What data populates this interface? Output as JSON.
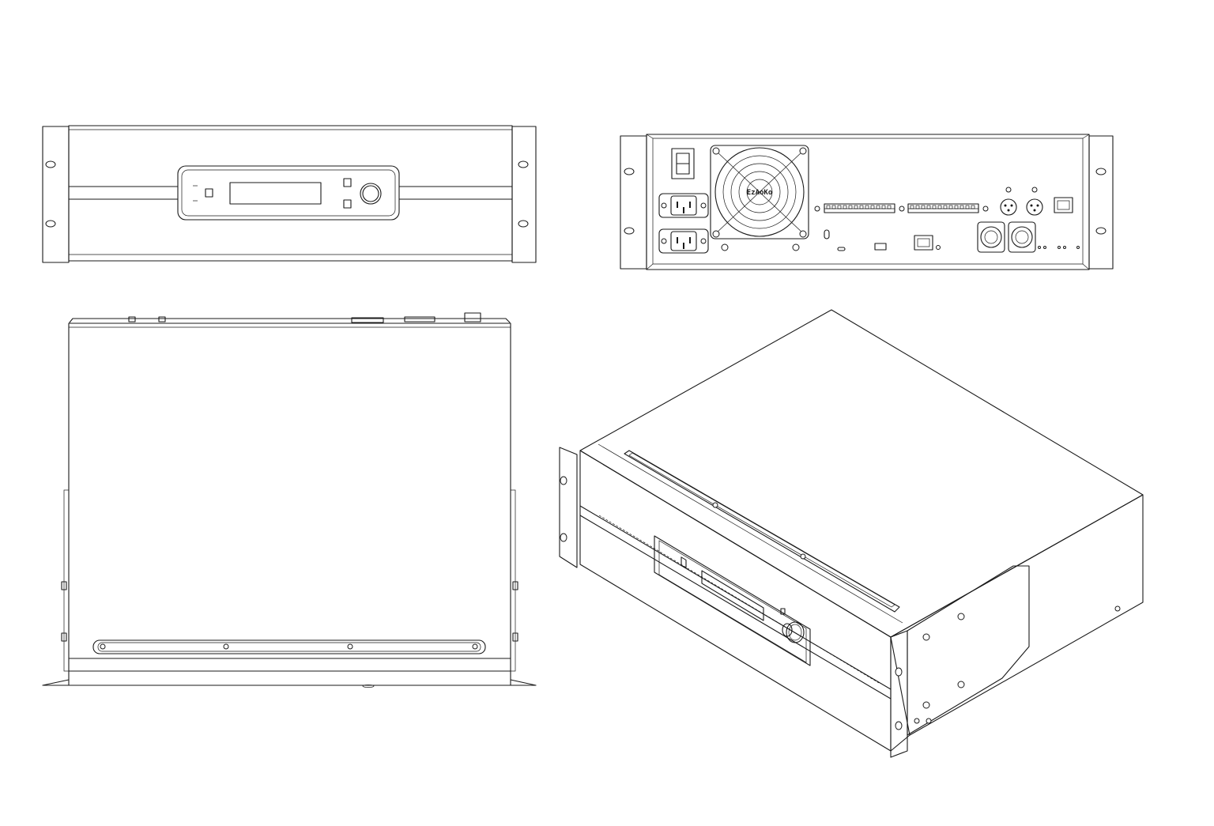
{
  "drawing": {
    "views": [
      {
        "name": "front-view"
      },
      {
        "name": "rear-view",
        "fan_badge_text": "EzAoKo"
      },
      {
        "name": "top-view"
      },
      {
        "name": "isometric-view"
      }
    ],
    "colors": {
      "line": "#1a1a1a",
      "background": "#ffffff"
    },
    "icons": [
      "power-switch-icon",
      "iec-inlet-icon",
      "cooling-fan-icon",
      "terminal-block-icon",
      "xlr-connector-icon",
      "ethercon-connector-icon",
      "rj45-port-icon",
      "usb-port-icon",
      "rotary-knob-icon",
      "lcd-display-icon"
    ]
  }
}
